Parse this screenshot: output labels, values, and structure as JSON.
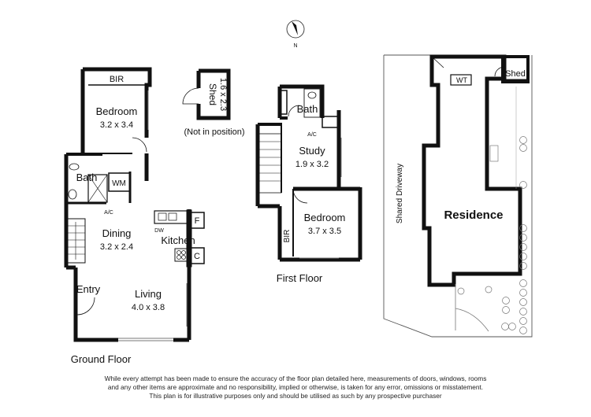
{
  "compass": {
    "label": "N"
  },
  "ground_floor": {
    "title": "Ground Floor",
    "rooms": {
      "bir": "BIR",
      "bedroom": {
        "name": "Bedroom",
        "size": "3.2 x 3.4"
      },
      "bath": "Bath",
      "wm": "WM",
      "ac": "A/C",
      "dining": {
        "name": "Dining",
        "size": "3.2 x 2.4"
      },
      "dw": "DW",
      "fridge": "F",
      "kitchen": "Kitchen",
      "cooktop": "C",
      "entry": "Entry",
      "living": {
        "name": "Living",
        "size": "4.0 x 3.8"
      }
    }
  },
  "shed": {
    "name": "Shed",
    "size": "1.6 x 2.3",
    "note": "(Not in position)"
  },
  "first_floor": {
    "title": "First Floor",
    "rooms": {
      "bath": "Bath",
      "ac": "A/C",
      "study": {
        "name": "Study",
        "size": "1.9 x 3.2"
      },
      "bedroom": {
        "name": "Bedroom",
        "size": "3.7 x 3.5"
      },
      "bir": "BIR"
    }
  },
  "site": {
    "residence": "Residence",
    "shed": "Shed",
    "wt": "WT",
    "driveway": "Shared Driveway"
  },
  "disclaimer": [
    "While every attempt has been made to ensure the accuracy of the floor plan detailed here, measurements of doors, windows, rooms",
    "and any other items are approximate and no responsibility, implied or otherwise, is taken for any error, omissions or misstatement.",
    "This plan is for illustrative purposes only and should be utilised as such by any prospective purchaser"
  ]
}
